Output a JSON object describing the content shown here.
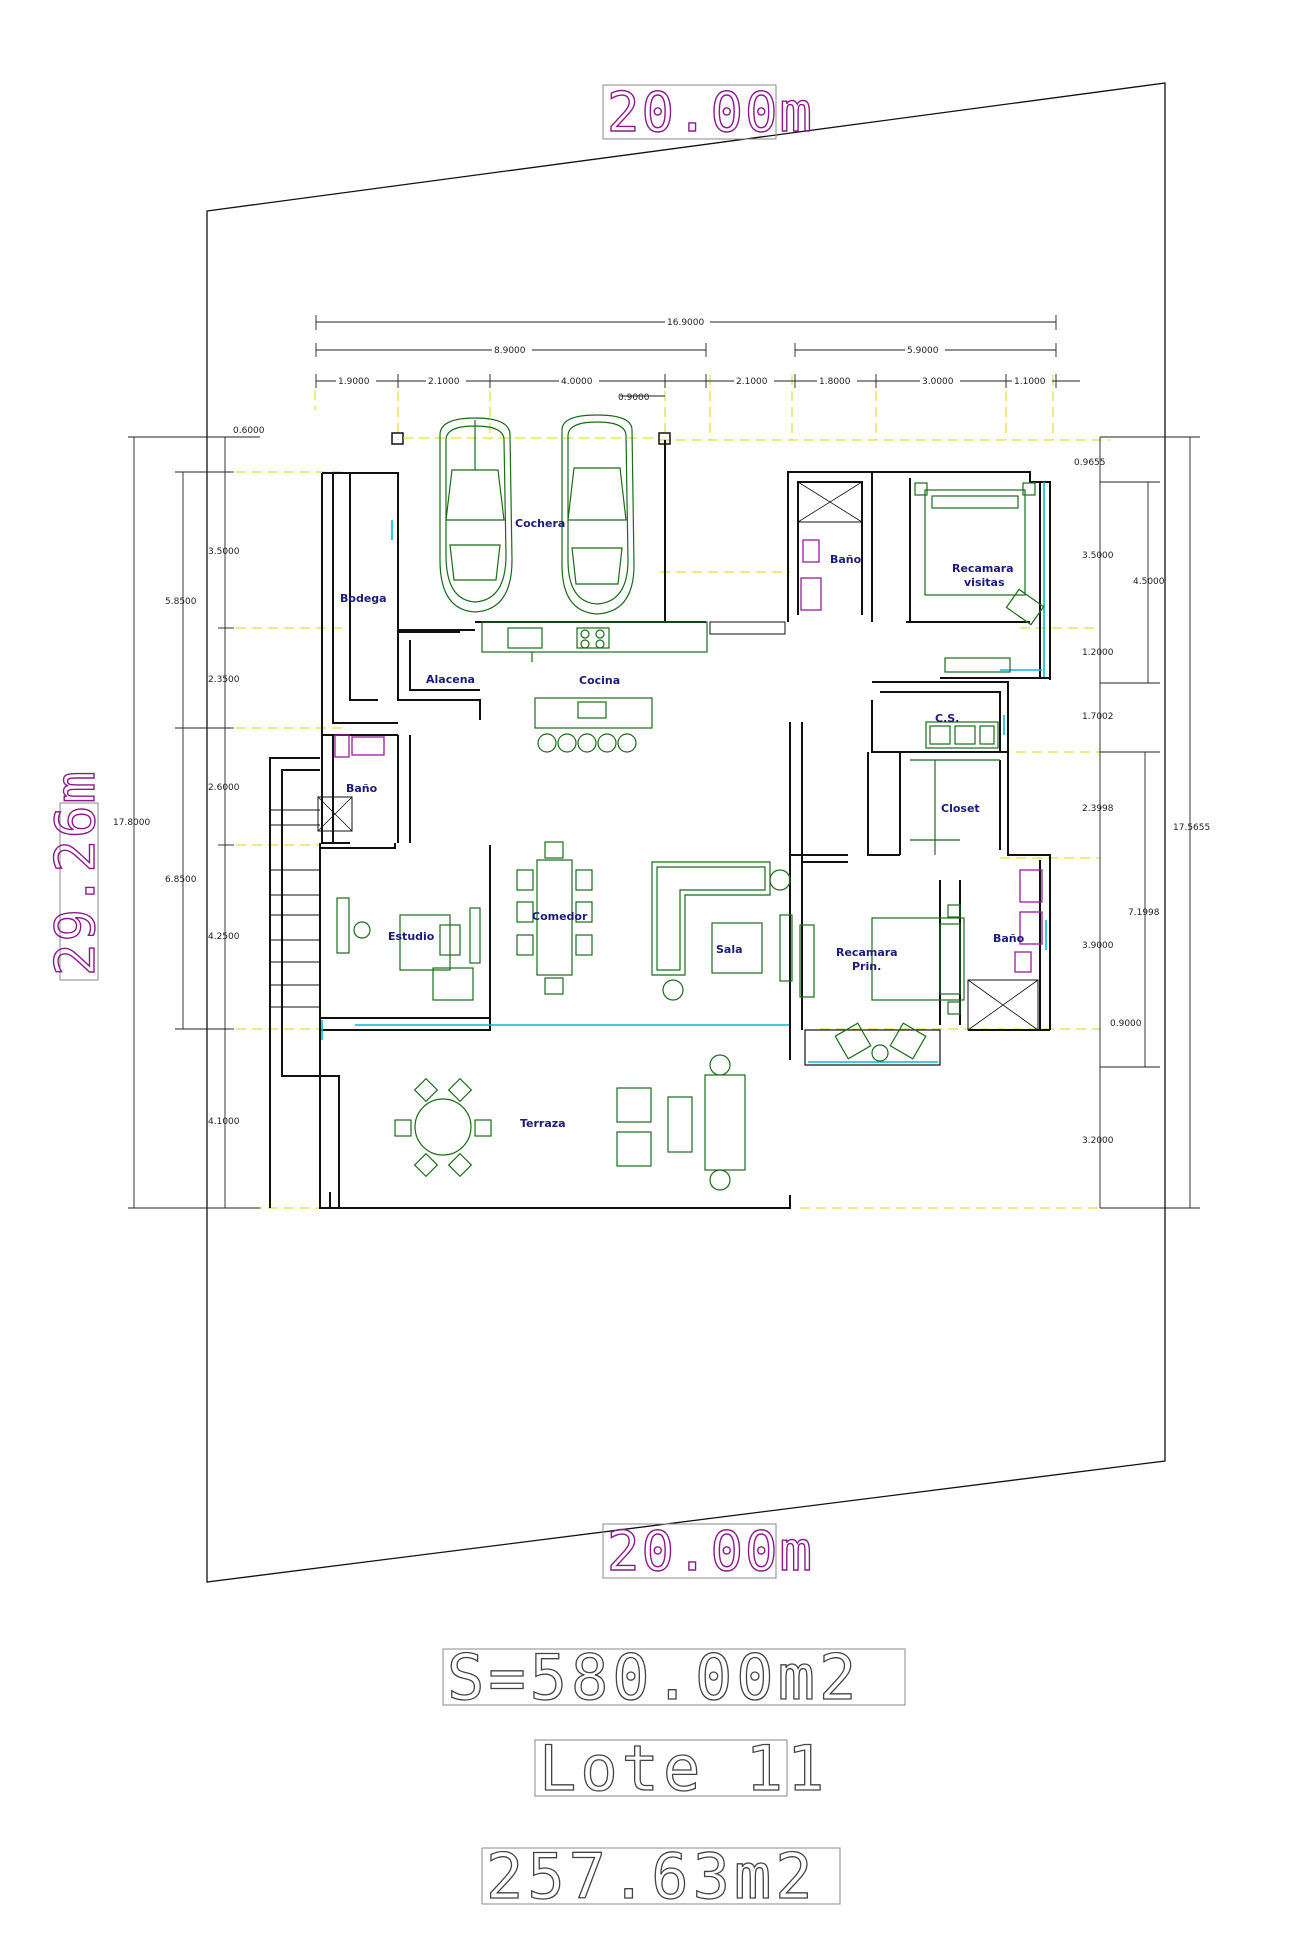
{
  "lot": {
    "top_width": "20.00m",
    "bottom_width": "20.00m",
    "side_length": "29.26m",
    "surface": "S=580.00m2",
    "lot_name": "Lote 11",
    "built_area": "257.63m2"
  },
  "rooms": {
    "cochera": "Cochera",
    "bodega": "Bodega",
    "alacena": "Alacena",
    "cocina": "Cocina",
    "bano_serv": "Baño",
    "bano_visitas": "Baño",
    "bano_principal": "Baño",
    "recamara_visitas_1": "Recamara",
    "recamara_visitas_2": "visitas",
    "cs": "C.S.",
    "closet": "Closet",
    "estudio": "Estudio",
    "comedor": "Comedor",
    "sala": "Sala",
    "recamara_prin_1": "Recamara",
    "recamara_prin_2": "Prin.",
    "terraza": "Terraza"
  },
  "dimensions": {
    "top_total": "16.9000",
    "top_left_group": "8.9000",
    "top_right_group": "5.9000",
    "seg_1": "1.9000",
    "seg_2": "2.1000",
    "seg_3": "4.0000",
    "seg_4": "0.9000",
    "seg_5": "2.1000",
    "seg_6": "1.8000",
    "seg_7": "3.0000",
    "seg_8": "1.1000",
    "left_a": "0.6000",
    "left_b": "3.5000",
    "left_c": "5.8500",
    "left_d": "2.3500",
    "left_e": "2.6000",
    "left_f": "17.8000",
    "left_g": "6.8500",
    "left_h": "4.2500",
    "left_i": "4.1000",
    "right_a": "0.9655",
    "right_b": "3.5000",
    "right_c": "4.5000",
    "right_d": "1.2000",
    "right_e": "1.7002",
    "right_f": "2.3998",
    "right_g": "7.1998",
    "right_h": "17.5655",
    "right_i": "3.9000",
    "right_j": "0.9000",
    "right_k": "3.2000"
  }
}
